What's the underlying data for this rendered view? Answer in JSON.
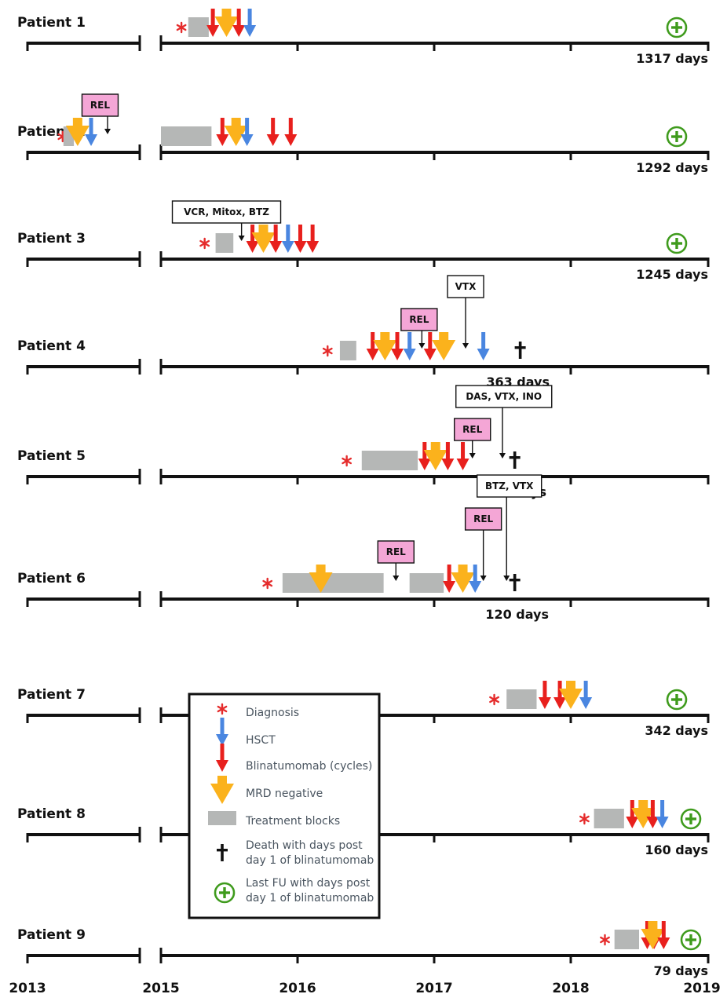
{
  "years": [
    "2013",
    "2015",
    "2016",
    "2017",
    "2018",
    "2019"
  ],
  "patients": [
    {
      "label": "Patient 1",
      "days": "1317 days",
      "outcome": "alive",
      "events": [
        {
          "type": "diagnosis",
          "date": 2015.15
        },
        {
          "type": "block",
          "start": 2015.2,
          "end": 2015.35
        },
        {
          "type": "blina",
          "date": 2015.38
        },
        {
          "type": "mrd",
          "date": 2015.48
        },
        {
          "type": "blina",
          "date": 2015.57
        },
        {
          "type": "hsct",
          "date": 2015.65
        }
      ]
    },
    {
      "label": "Patient 2",
      "days": "1292 days",
      "outcome": "alive",
      "events": [
        {
          "type": "diagnosis",
          "date": 2013.47
        },
        {
          "type": "block",
          "start": 2013.48,
          "end": 2013.62
        },
        {
          "type": "mrd",
          "date": 2013.67
        },
        {
          "type": "hsct",
          "date": 2013.85
        },
        {
          "type": "box",
          "text": "REL",
          "pink": true,
          "center": 2013.97,
          "pointer": 2014.07
        },
        {
          "type": "block",
          "start": 2015.0,
          "end": 2015.37
        },
        {
          "type": "blina",
          "date": 2015.45
        },
        {
          "type": "mrd",
          "date": 2015.55
        },
        {
          "type": "hsct",
          "date": 2015.63
        },
        {
          "type": "blina",
          "date": 2015.82
        },
        {
          "type": "blina",
          "date": 2015.95
        }
      ]
    },
    {
      "label": "Patient 3",
      "days": "1245 days",
      "outcome": "alive",
      "events": [
        {
          "type": "diagnosis",
          "date": 2015.32
        },
        {
          "type": "block",
          "start": 2015.4,
          "end": 2015.53
        },
        {
          "type": "box",
          "text": "VCR, Mitox, BTZ",
          "pink": false,
          "center": 2015.48,
          "pointer": 2015.59
        },
        {
          "type": "blina",
          "date": 2015.67
        },
        {
          "type": "mrd",
          "date": 2015.75
        },
        {
          "type": "blina",
          "date": 2015.84
        },
        {
          "type": "hsct",
          "date": 2015.93
        },
        {
          "type": "blina",
          "date": 2016.02
        },
        {
          "type": "blina",
          "date": 2016.11
        }
      ]
    },
    {
      "label": "Patient 4",
      "days": "363 days",
      "outcome": "dead",
      "events": [
        {
          "type": "diagnosis",
          "date": 2016.22
        },
        {
          "type": "block",
          "start": 2016.31,
          "end": 2016.43
        },
        {
          "type": "blina",
          "date": 2016.55
        },
        {
          "type": "mrd",
          "date": 2016.64
        },
        {
          "type": "blina",
          "date": 2016.73
        },
        {
          "type": "hsct",
          "date": 2016.82
        },
        {
          "type": "box",
          "text": "REL",
          "pink": true,
          "center": 2016.89,
          "pointer": 2016.91
        },
        {
          "type": "blina",
          "date": 2016.97
        },
        {
          "type": "mrd",
          "date": 2017.07
        },
        {
          "type": "box",
          "text": "VTX",
          "pink": false,
          "center": 2017.23,
          "pointer": 2017.23
        },
        {
          "type": "hsct",
          "date": 2017.36
        },
        {
          "type": "death",
          "date": 2017.63
        }
      ]
    },
    {
      "label": "Patient 5",
      "days": "210 days",
      "outcome": "dead",
      "events": [
        {
          "type": "diagnosis",
          "date": 2016.36
        },
        {
          "type": "block",
          "start": 2016.47,
          "end": 2016.88
        },
        {
          "type": "blina",
          "date": 2016.93
        },
        {
          "type": "mrd",
          "date": 2017.01
        },
        {
          "type": "blina",
          "date": 2017.1
        },
        {
          "type": "blina",
          "date": 2017.21
        },
        {
          "type": "box",
          "text": "REL",
          "pink": true,
          "center": 2017.28,
          "pointer": 2017.28
        },
        {
          "type": "box",
          "text": "DAS, VTX, INO",
          "pink": false,
          "center": 2017.51,
          "pointer": 2017.5
        },
        {
          "type": "death",
          "date": 2017.59
        }
      ]
    },
    {
      "label": "Patient 6",
      "days": "120 days",
      "outcome": "dead",
      "events": [
        {
          "type": "diagnosis",
          "date": 2015.78
        },
        {
          "type": "block",
          "start": 2015.89,
          "end": 2016.63
        },
        {
          "type": "mrd",
          "date": 2016.17
        },
        {
          "type": "box",
          "text": "REL",
          "pink": true,
          "center": 2016.72,
          "pointer": 2016.72
        },
        {
          "type": "block",
          "start": 2016.82,
          "end": 2017.07
        },
        {
          "type": "blina",
          "date": 2017.11
        },
        {
          "type": "mrd",
          "date": 2017.21
        },
        {
          "type": "hsct",
          "date": 2017.3
        },
        {
          "type": "box",
          "text": "REL",
          "pink": true,
          "center": 2017.36,
          "pointer": 2017.36
        },
        {
          "type": "box",
          "text": "BTZ, VTX",
          "pink": false,
          "center": 2017.55,
          "pointer": 2017.53
        },
        {
          "type": "death",
          "date": 2017.59
        }
      ]
    },
    {
      "label": "Patient 7",
      "days": "342 days",
      "outcome": "alive",
      "events": [
        {
          "type": "diagnosis",
          "date": 2017.44
        },
        {
          "type": "block",
          "start": 2017.53,
          "end": 2017.75
        },
        {
          "type": "blina",
          "date": 2017.81
        },
        {
          "type": "blina",
          "date": 2017.92
        },
        {
          "type": "mrd",
          "date": 2018.0
        },
        {
          "type": "hsct",
          "date": 2018.11
        }
      ]
    },
    {
      "label": "Patient 8",
      "days": "160 days",
      "outcome": "alive",
      "events": [
        {
          "type": "diagnosis",
          "date": 2018.1
        },
        {
          "type": "block",
          "start": 2018.17,
          "end": 2018.39
        },
        {
          "type": "blina",
          "date": 2018.45
        },
        {
          "type": "mrd",
          "date": 2018.53
        },
        {
          "type": "blina",
          "date": 2018.6
        },
        {
          "type": "hsct",
          "date": 2018.67
        }
      ]
    },
    {
      "label": "Patient 9",
      "days": "79 days",
      "outcome": "alive",
      "events": [
        {
          "type": "diagnosis",
          "date": 2018.25
        },
        {
          "type": "block",
          "start": 2018.32,
          "end": 2018.5
        },
        {
          "type": "blina",
          "date": 2018.56
        },
        {
          "type": "blina",
          "date": 2018.61
        },
        {
          "type": "mrd",
          "date": 2018.6
        },
        {
          "type": "blina",
          "date": 2018.68
        }
      ]
    }
  ],
  "legend": {
    "items": [
      {
        "symbol": "diagnosis",
        "text": "Diagnosis"
      },
      {
        "symbol": "hsct",
        "text": "HSCT"
      },
      {
        "symbol": "blina",
        "text": "Blinatumomab (cycles)"
      },
      {
        "symbol": "mrd",
        "text": "MRD negative"
      },
      {
        "symbol": "block",
        "text": "Treatment blocks"
      },
      {
        "symbol": "death",
        "text": "Death with days post",
        "text2": "day 1 of blinatumomab"
      },
      {
        "symbol": "alive",
        "text": "Last FU with days post",
        "text2": "day 1 of blinatumomab"
      }
    ]
  },
  "colors": {
    "blina": "#e8201d",
    "hsct": "#4a86e0",
    "mrd": "#fbb21c",
    "block": "#b5b7b6",
    "diagnosis": "#e52c2c",
    "alive": "#3f9b1d",
    "rel_box": "#f4a6d6",
    "axis": "#111111"
  }
}
